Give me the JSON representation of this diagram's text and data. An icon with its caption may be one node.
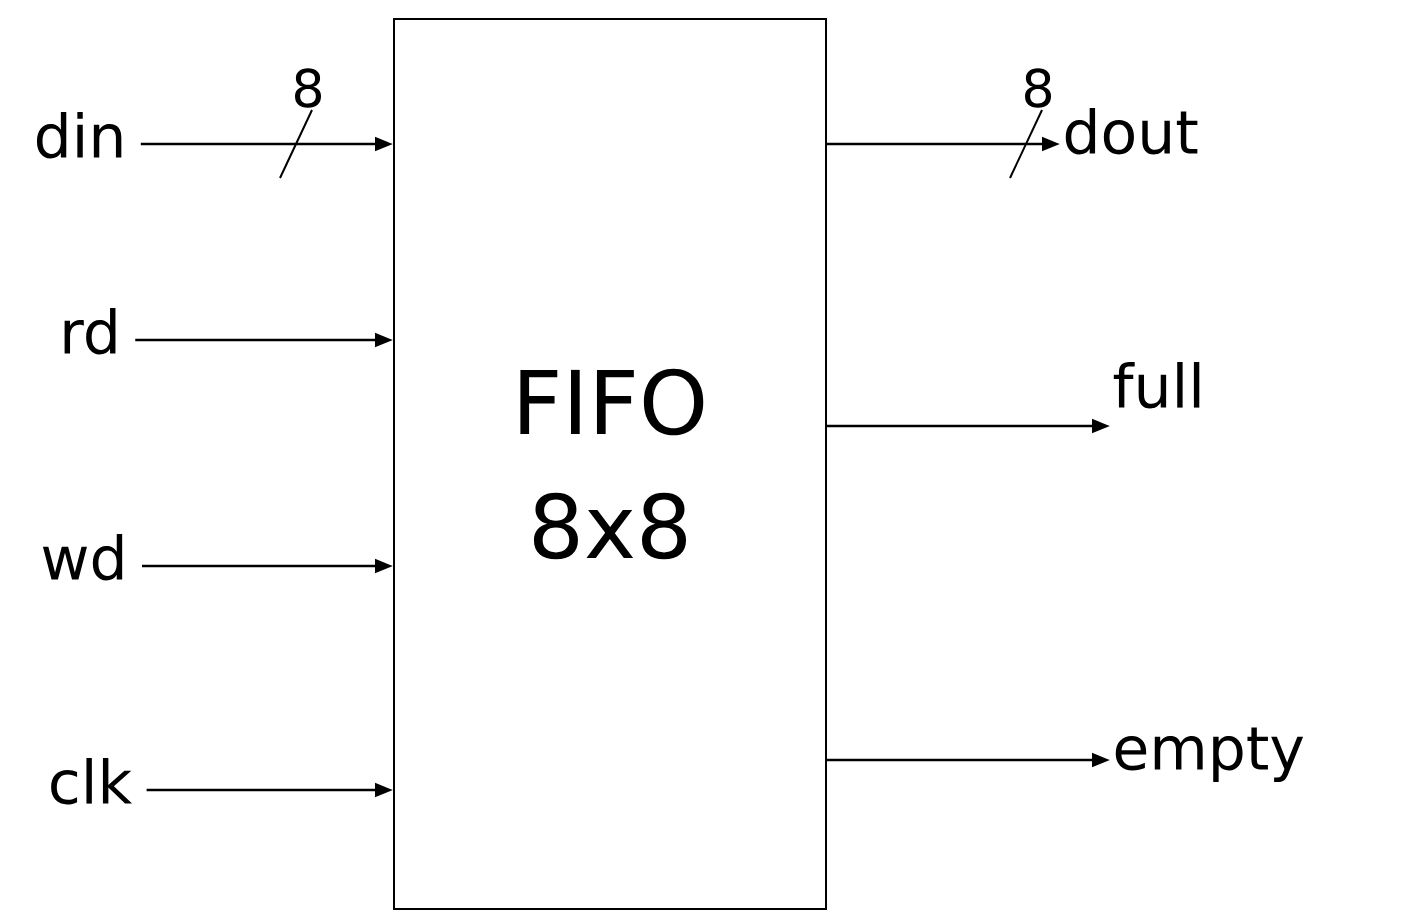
{
  "diagram": {
    "nodes": [
      {
        "text": [
          "FIFO 8x8"
        ]
      },
      {
        "text": [
          "din"
        ]
      },
      {
        "text": [
          "rd"
        ]
      },
      {
        "text": [
          "wd"
        ]
      },
      {
        "text": [
          "clk"
        ]
      },
      {
        "text": [
          "dout"
        ]
      },
      {
        "text": [
          "full"
        ]
      },
      {
        "text": [
          "empty"
        ]
      }
    ],
    "edges": [
      {
        "from": 1,
        "to": 0,
        "arrow": "to"
      },
      {
        "from": 2,
        "to": 0,
        "arrow": "to"
      },
      {
        "from": 3,
        "to": 0,
        "arrow": "to"
      },
      {
        "from": 4,
        "to": 0,
        "arrow": "to"
      },
      {
        "from": 0,
        "to": 5,
        "arrow": "to"
      },
      {
        "from": 0,
        "to": 6,
        "arrow": "to"
      },
      {
        "from": 0,
        "to": 7,
        "arrow": "to"
      }
    ],
    "labels": [
      "8",
      "8"
    ]
  }
}
